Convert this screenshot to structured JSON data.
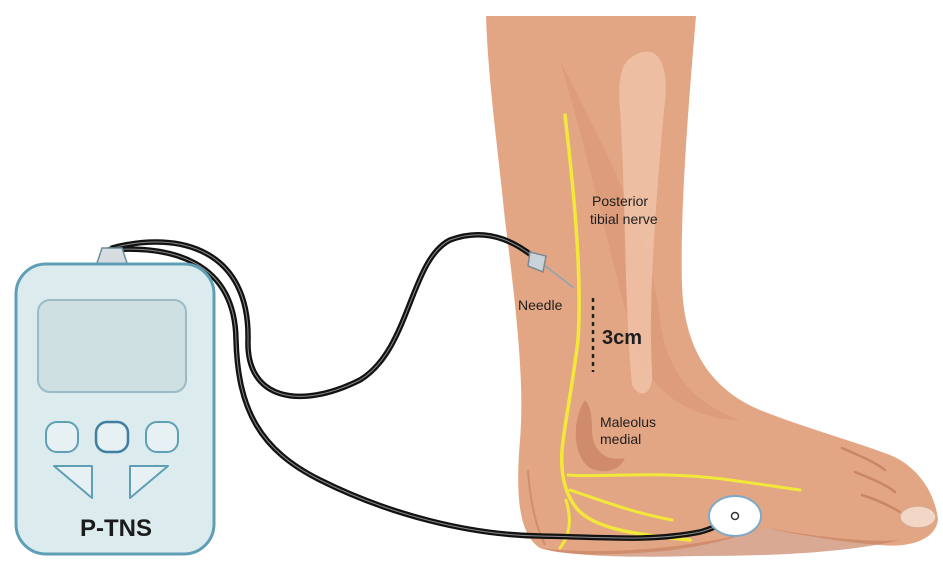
{
  "device": {
    "name": "P-TNS"
  },
  "labels": {
    "nerve_line1": "Posterior",
    "nerve_line2": "tibial nerve",
    "needle": "Needle",
    "distance": "3cm",
    "malleolus_line1": "Maleolus",
    "malleolus_line2": "medial"
  },
  "colors": {
    "skin": "#e3a684",
    "skin_shadow": "#c98565",
    "nerve": "#f2e83a",
    "device_body": "#dcecee",
    "device_border": "#5f9fb6",
    "cable": "#121212"
  }
}
